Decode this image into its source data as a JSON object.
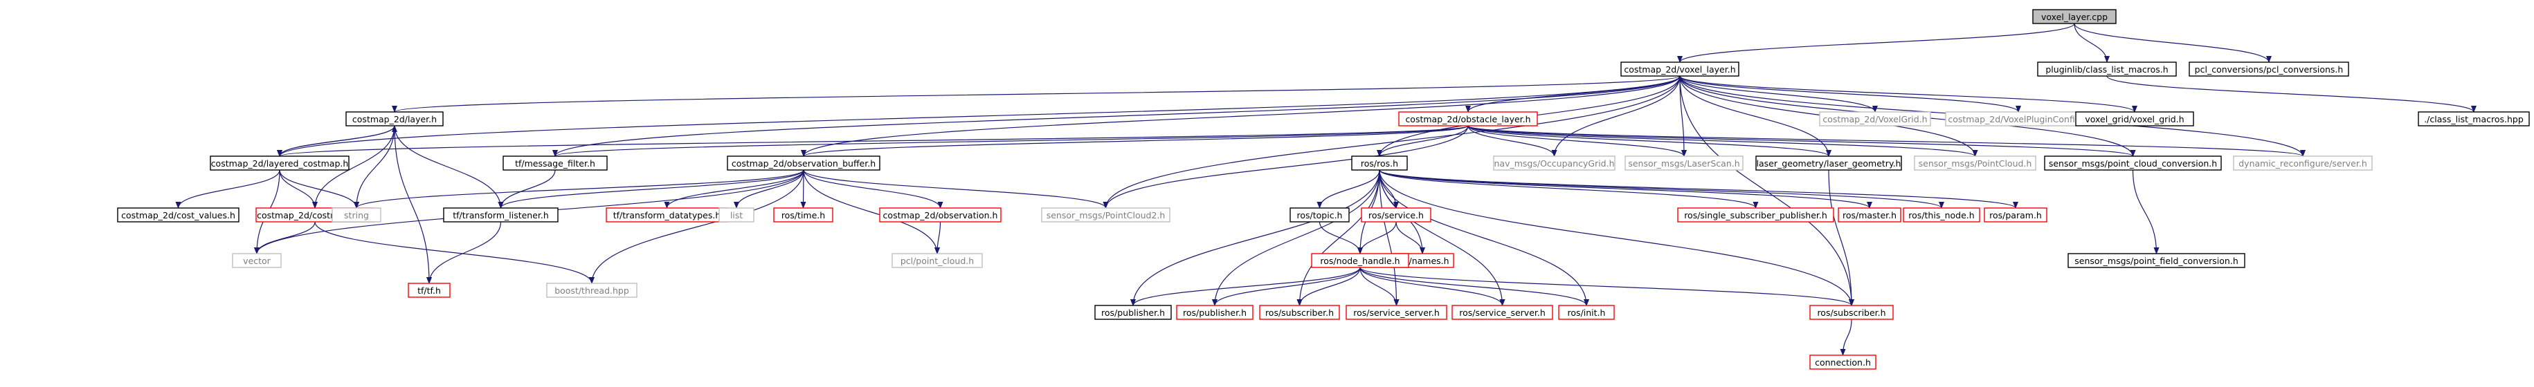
{
  "colors": {
    "edge": "#191970",
    "root_fill": "#bfbfbf",
    "normal_border": "#000000",
    "external_border": "#ff0000",
    "missing_border": "#bfbfbf",
    "missing_text": "#7f7f7f",
    "text": "#000000"
  },
  "nodes": [
    {
      "id": "voxel_layer_cpp",
      "label": "voxel_layer.cpp",
      "style": "root"
    },
    {
      "id": "costmap_2d_voxel_layer_h",
      "label": "costmap_2d/voxel_layer.h",
      "style": "normal"
    },
    {
      "id": "pluginlib_class_list_macros_h",
      "label": "pluginlib/class_list_macros.h",
      "style": "normal"
    },
    {
      "id": "pcl_conversions_h",
      "label": "pcl_conversions/pcl_conversions.h",
      "style": "normal"
    },
    {
      "id": "class_list_macros_hpp",
      "label": "./class_list_macros.hpp",
      "style": "normal"
    },
    {
      "id": "costmap_2d_layer_h",
      "label": "costmap_2d/layer.h",
      "style": "normal"
    },
    {
      "id": "costmap_2d_obstacle_layer_h",
      "label": "costmap_2d/obstacle_layer.h",
      "style": "external"
    },
    {
      "id": "costmap_2d_voxel_grid_h",
      "label": "costmap_2d/VoxelGrid.h",
      "style": "missing"
    },
    {
      "id": "costmap_2d_voxel_plugin_config_h",
      "label": "costmap_2d/VoxelPluginConfig.h",
      "style": "missing"
    },
    {
      "id": "voxel_grid_voxel_grid_h",
      "label": "voxel_grid/voxel_grid.h",
      "style": "normal"
    },
    {
      "id": "costmap_2d_layered_costmap_h",
      "label": "costmap_2d/layered_costmap.h",
      "style": "normal"
    },
    {
      "id": "tf_message_filter_h",
      "label": "tf/message_filter.h",
      "style": "normal"
    },
    {
      "id": "costmap_2d_observation_buffer_h",
      "label": "costmap_2d/observation_buffer.h",
      "style": "normal"
    },
    {
      "id": "ros_ros_h",
      "label": "ros/ros.h",
      "style": "normal"
    },
    {
      "id": "nav_msgs_occupancy_grid_h",
      "label": "nav_msgs/OccupancyGrid.h",
      "style": "missing"
    },
    {
      "id": "sensor_msgs_laser_scan_h",
      "label": "sensor_msgs/LaserScan.h",
      "style": "missing"
    },
    {
      "id": "laser_geometry_h",
      "label": "laser_geometry/laser_geometry.h",
      "style": "normal"
    },
    {
      "id": "sensor_msgs_point_cloud_h",
      "label": "sensor_msgs/PointCloud.h",
      "style": "missing"
    },
    {
      "id": "sensor_msgs_point_cloud_conversion_h",
      "label": "sensor_msgs/point_cloud_conversion.h",
      "style": "normal"
    },
    {
      "id": "dynamic_reconfigure_server_h",
      "label": "dynamic_reconfigure/server.h",
      "style": "missing"
    },
    {
      "id": "costmap_2d_cost_values_h",
      "label": "costmap_2d/cost_values.h",
      "style": "normal"
    },
    {
      "id": "costmap_2d_costmap_2d_h",
      "label": "costmap_2d/costmap_2d.h",
      "style": "external"
    },
    {
      "id": "string",
      "label": "string",
      "style": "missing"
    },
    {
      "id": "tf_transform_listener_h",
      "label": "tf/transform_listener.h",
      "style": "normal"
    },
    {
      "id": "tf_transform_datatypes_h",
      "label": "tf/transform_datatypes.h",
      "style": "external"
    },
    {
      "id": "list",
      "label": "list",
      "style": "missing"
    },
    {
      "id": "ros_time_h",
      "label": "ros/time.h",
      "style": "external"
    },
    {
      "id": "costmap_2d_observation_h",
      "label": "costmap_2d/observation.h",
      "style": "external"
    },
    {
      "id": "sensor_msgs_point_cloud2_h",
      "label": "sensor_msgs/PointCloud2.h",
      "style": "missing"
    },
    {
      "id": "ros_topic_h",
      "label": "ros/topic.h",
      "style": "normal"
    },
    {
      "id": "ros_service_h",
      "label": "ros/service.h",
      "style": "external"
    },
    {
      "id": "ros_single_subscriber_publisher_h",
      "label": "ros/single_subscriber_publisher.h",
      "style": "external"
    },
    {
      "id": "ros_master_h",
      "label": "ros/master.h",
      "style": "external"
    },
    {
      "id": "ros_this_node_h",
      "label": "ros/this_node.h",
      "style": "external"
    },
    {
      "id": "ros_param_h",
      "label": "ros/param.h",
      "style": "external"
    },
    {
      "id": "sensor_msgs_point_field_conversion_h",
      "label": "sensor_msgs/point_field_conversion.h",
      "style": "normal"
    },
    {
      "id": "vector",
      "label": "vector",
      "style": "missing"
    },
    {
      "id": "tf_tf_h",
      "label": "tf/tf.h",
      "style": "external"
    },
    {
      "id": "boost_thread_hpp",
      "label": "boost/thread.hpp",
      "style": "missing"
    },
    {
      "id": "pcl_point_cloud_h",
      "label": "pcl/point_cloud.h",
      "style": "missing"
    },
    {
      "id": "ros_names_h",
      "label": "ros/names.h",
      "style": "external"
    },
    {
      "id": "ros_node_handle_h",
      "label": "ros/node_handle.h",
      "style": "external"
    },
    {
      "id": "ros_publisher_h_a",
      "label": "ros/publisher.h",
      "style": "normal"
    },
    {
      "id": "ros_publisher_h_b",
      "label": "ros/publisher.h",
      "style": "external"
    },
    {
      "id": "ros_subscriber_h_a",
      "label": "ros/subscriber.h",
      "style": "external"
    },
    {
      "id": "ros_service_server_h_a",
      "label": "ros/service_server.h",
      "style": "external"
    },
    {
      "id": "ros_service_server_h_b",
      "label": "ros/service_server.h",
      "style": "external"
    },
    {
      "id": "ros_init_h",
      "label": "ros/init.h",
      "style": "external"
    },
    {
      "id": "ros_subscriber_h_b",
      "label": "ros/subscriber.h",
      "style": "external"
    },
    {
      "id": "connection_h",
      "label": "connection.h",
      "style": "external"
    }
  ],
  "edges": [
    [
      "voxel_layer_cpp",
      "costmap_2d_voxel_layer_h"
    ],
    [
      "voxel_layer_cpp",
      "pluginlib_class_list_macros_h"
    ],
    [
      "voxel_layer_cpp",
      "pcl_conversions_h"
    ],
    [
      "pluginlib_class_list_macros_h",
      "class_list_macros_hpp"
    ],
    [
      "costmap_2d_voxel_layer_h",
      "costmap_2d_layer_h"
    ],
    [
      "costmap_2d_voxel_layer_h",
      "costmap_2d_layered_costmap_h"
    ],
    [
      "costmap_2d_voxel_layer_h",
      "costmap_2d_obstacle_layer_h"
    ],
    [
      "costmap_2d_voxel_layer_h",
      "costmap_2d_voxel_grid_h"
    ],
    [
      "costmap_2d_voxel_layer_h",
      "costmap_2d_voxel_plugin_config_h"
    ],
    [
      "costmap_2d_voxel_layer_h",
      "voxel_grid_voxel_grid_h"
    ],
    [
      "costmap_2d_voxel_layer_h",
      "tf_message_filter_h"
    ],
    [
      "costmap_2d_voxel_layer_h",
      "costmap_2d_observation_buffer_h"
    ],
    [
      "costmap_2d_voxel_layer_h",
      "ros_ros_h"
    ],
    [
      "costmap_2d_voxel_layer_h",
      "nav_msgs_occupancy_grid_h"
    ],
    [
      "costmap_2d_voxel_layer_h",
      "sensor_msgs_laser_scan_h"
    ],
    [
      "costmap_2d_voxel_layer_h",
      "laser_geometry_h"
    ],
    [
      "costmap_2d_voxel_layer_h",
      "sensor_msgs_point_cloud_h"
    ],
    [
      "costmap_2d_voxel_layer_h",
      "sensor_msgs_point_cloud_conversion_h"
    ],
    [
      "costmap_2d_voxel_layer_h",
      "dynamic_reconfigure_server_h"
    ],
    [
      "costmap_2d_voxel_layer_h",
      "sensor_msgs_point_cloud2_h"
    ],
    [
      "costmap_2d_voxel_layer_h",
      "ros_subscriber_h_b"
    ],
    [
      "costmap_2d_layer_h",
      "costmap_2d_layered_costmap_h"
    ],
    [
      "costmap_2d_layer_h",
      "costmap_2d_costmap_2d_h"
    ],
    [
      "costmap_2d_layer_h",
      "string"
    ],
    [
      "costmap_2d_layer_h",
      "tf_transform_listener_h"
    ],
    [
      "costmap_2d_layer_h",
      "tf_tf_h"
    ],
    [
      "costmap_2d_layered_costmap_h",
      "costmap_2d_layer_h"
    ],
    [
      "costmap_2d_layered_costmap_h",
      "costmap_2d_cost_values_h"
    ],
    [
      "costmap_2d_layered_costmap_h",
      "costmap_2d_costmap_2d_h"
    ],
    [
      "costmap_2d_layered_costmap_h",
      "string"
    ],
    [
      "costmap_2d_layered_costmap_h",
      "vector"
    ],
    [
      "costmap_2d_obstacle_layer_h",
      "costmap_2d_layered_costmap_h"
    ],
    [
      "costmap_2d_obstacle_layer_h",
      "tf_message_filter_h"
    ],
    [
      "costmap_2d_obstacle_layer_h",
      "costmap_2d_observation_buffer_h"
    ],
    [
      "costmap_2d_obstacle_layer_h",
      "ros_ros_h"
    ],
    [
      "costmap_2d_obstacle_layer_h",
      "nav_msgs_occupancy_grid_h"
    ],
    [
      "costmap_2d_obstacle_layer_h",
      "sensor_msgs_laser_scan_h"
    ],
    [
      "costmap_2d_obstacle_layer_h",
      "laser_geometry_h"
    ],
    [
      "costmap_2d_obstacle_layer_h",
      "sensor_msgs_point_cloud_h"
    ],
    [
      "costmap_2d_obstacle_layer_h",
      "sensor_msgs_point_cloud_conversion_h"
    ],
    [
      "costmap_2d_obstacle_layer_h",
      "dynamic_reconfigure_server_h"
    ],
    [
      "costmap_2d_obstacle_layer_h",
      "sensor_msgs_point_cloud2_h"
    ],
    [
      "tf_message_filter_h",
      "tf_transform_listener_h"
    ],
    [
      "costmap_2d_observation_buffer_h",
      "vector"
    ],
    [
      "costmap_2d_observation_buffer_h",
      "list"
    ],
    [
      "costmap_2d_observation_buffer_h",
      "string"
    ],
    [
      "costmap_2d_observation_buffer_h",
      "ros_time_h"
    ],
    [
      "costmap_2d_observation_buffer_h",
      "costmap_2d_observation_h"
    ],
    [
      "costmap_2d_observation_buffer_h",
      "tf_transform_listener_h"
    ],
    [
      "costmap_2d_observation_buffer_h",
      "tf_transform_datatypes_h"
    ],
    [
      "costmap_2d_observation_buffer_h",
      "sensor_msgs_point_cloud2_h"
    ],
    [
      "costmap_2d_observation_buffer_h",
      "pcl_point_cloud_h"
    ],
    [
      "costmap_2d_observation_buffer_h",
      "boost_thread_hpp"
    ],
    [
      "costmap_2d_costmap_2d_h",
      "vector"
    ],
    [
      "costmap_2d_costmap_2d_h",
      "boost_thread_hpp"
    ],
    [
      "tf_transform_listener_h",
      "tf_tf_h"
    ],
    [
      "costmap_2d_observation_h",
      "pcl_point_cloud_h"
    ],
    [
      "ros_ros_h",
      "ros_topic_h"
    ],
    [
      "ros_ros_h",
      "ros_service_h"
    ],
    [
      "ros_ros_h",
      "ros_single_subscriber_publisher_h"
    ],
    [
      "ros_ros_h",
      "ros_master_h"
    ],
    [
      "ros_ros_h",
      "ros_this_node_h"
    ],
    [
      "ros_ros_h",
      "ros_param_h"
    ],
    [
      "ros_ros_h",
      "ros_names_h"
    ],
    [
      "ros_ros_h",
      "ros_node_handle_h"
    ],
    [
      "ros_ros_h",
      "ros_publisher_h_a"
    ],
    [
      "ros_ros_h",
      "ros_publisher_h_b"
    ],
    [
      "ros_ros_h",
      "ros_subscriber_h_a"
    ],
    [
      "ros_ros_h",
      "ros_service_server_h_a"
    ],
    [
      "ros_ros_h",
      "ros_service_server_h_b"
    ],
    [
      "ros_ros_h",
      "ros_init_h"
    ],
    [
      "ros_ros_h",
      "ros_subscriber_h_b"
    ],
    [
      "ros_topic_h",
      "ros_node_handle_h"
    ],
    [
      "ros_service_h",
      "ros_node_handle_h"
    ],
    [
      "ros_service_h",
      "ros_names_h"
    ],
    [
      "ros_node_handle_h",
      "ros_publisher_h_a"
    ],
    [
      "ros_node_handle_h",
      "ros_publisher_h_b"
    ],
    [
      "ros_node_handle_h",
      "ros_subscriber_h_a"
    ],
    [
      "ros_node_handle_h",
      "ros_service_server_h_a"
    ],
    [
      "ros_node_handle_h",
      "ros_service_server_h_b"
    ],
    [
      "ros_node_handle_h",
      "ros_init_h"
    ],
    [
      "ros_node_handle_h",
      "ros_subscriber_h_b"
    ],
    [
      "ros_subscriber_h_b",
      "connection_h"
    ],
    [
      "sensor_msgs_point_cloud_conversion_h",
      "sensor_msgs_point_field_conversion_h"
    ],
    [
      "laser_geometry_h",
      "ros_subscriber_h_b"
    ]
  ]
}
